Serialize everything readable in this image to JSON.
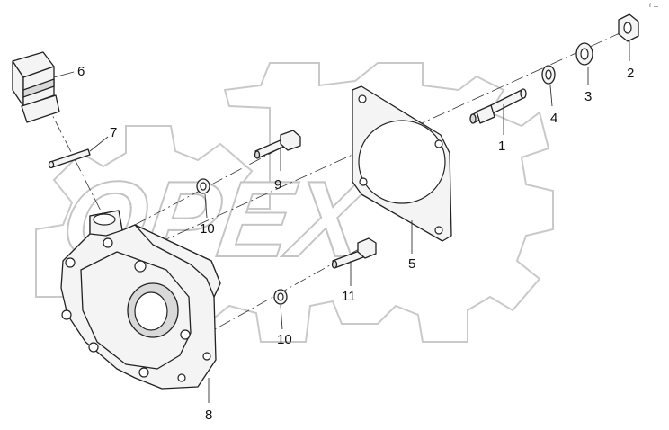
{
  "watermark": {
    "text": "OPEX"
  },
  "corner_mark": "ᶠ ··",
  "callouts": {
    "c1": "1",
    "c2": "2",
    "c3": "3",
    "c4": "4",
    "c5": "5",
    "c6": "6",
    "c7": "7",
    "c8": "8",
    "c9": "9",
    "c10a": "10",
    "c10b": "10",
    "c11": "11"
  },
  "colors": {
    "line": "#222222",
    "watermark": "#c4c4c4",
    "background": "#ffffff"
  }
}
